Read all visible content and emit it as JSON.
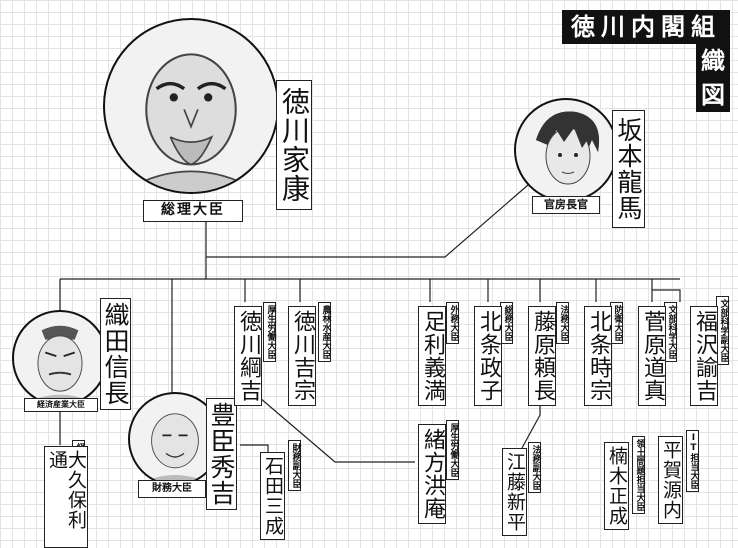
{
  "title": {
    "line1": "徳川内閣組",
    "line2a": "織",
    "line2b": "図"
  },
  "people": {
    "ieyasu": {
      "name": "徳川家康",
      "role": "総理大臣"
    },
    "ryoma": {
      "name": "坂本龍馬",
      "role": "官房長官"
    },
    "nobunaga": {
      "name": "織田信長",
      "role": "経済産業大臣"
    },
    "hideyoshi": {
      "name": "豊臣秀吉",
      "role": "財務大臣"
    },
    "tsunayoshi": {
      "name": "徳川綱吉",
      "role": "厚生労働大臣"
    },
    "yoshimune": {
      "name": "徳川吉宗",
      "role": "農林水産大臣"
    },
    "yoshimitsu": {
      "name": "足利義満",
      "role": "外務大臣"
    },
    "masako": {
      "name": "北条政子",
      "role": "総務大臣"
    },
    "yorinaga": {
      "name": "藤原頼長",
      "role": "法務大臣"
    },
    "tokimune": {
      "name": "北条時宗",
      "role": "防衛大臣"
    },
    "michizane": {
      "name": "菅原道真",
      "role": "文部科学大臣"
    },
    "yukichi": {
      "name": "福沢諭吉",
      "role": "文部科学副大臣"
    },
    "toshimichi": {
      "name": "大久保利通",
      "role": "経済産業副大臣"
    },
    "mitsunari": {
      "name": "石田三成",
      "role": "財務副大臣"
    },
    "koan": {
      "name": "緒方洪庵",
      "role": "厚生労働大臣"
    },
    "shinpei": {
      "name": "江藤新平",
      "role": "法務副大臣"
    },
    "masashige": {
      "name": "楠木正成",
      "role": "領土問題担当大臣"
    },
    "gennai": {
      "name": "平賀源内",
      "role": "IT担当大臣"
    }
  },
  "icons": [
    "ieyasu-portrait-icon",
    "ryoma-portrait-icon",
    "nobunaga-portrait-icon",
    "hideyoshi-portrait-icon"
  ],
  "colors": {
    "line": "#222222",
    "title_bg": "#111111",
    "grid": "#e3e3e3"
  }
}
